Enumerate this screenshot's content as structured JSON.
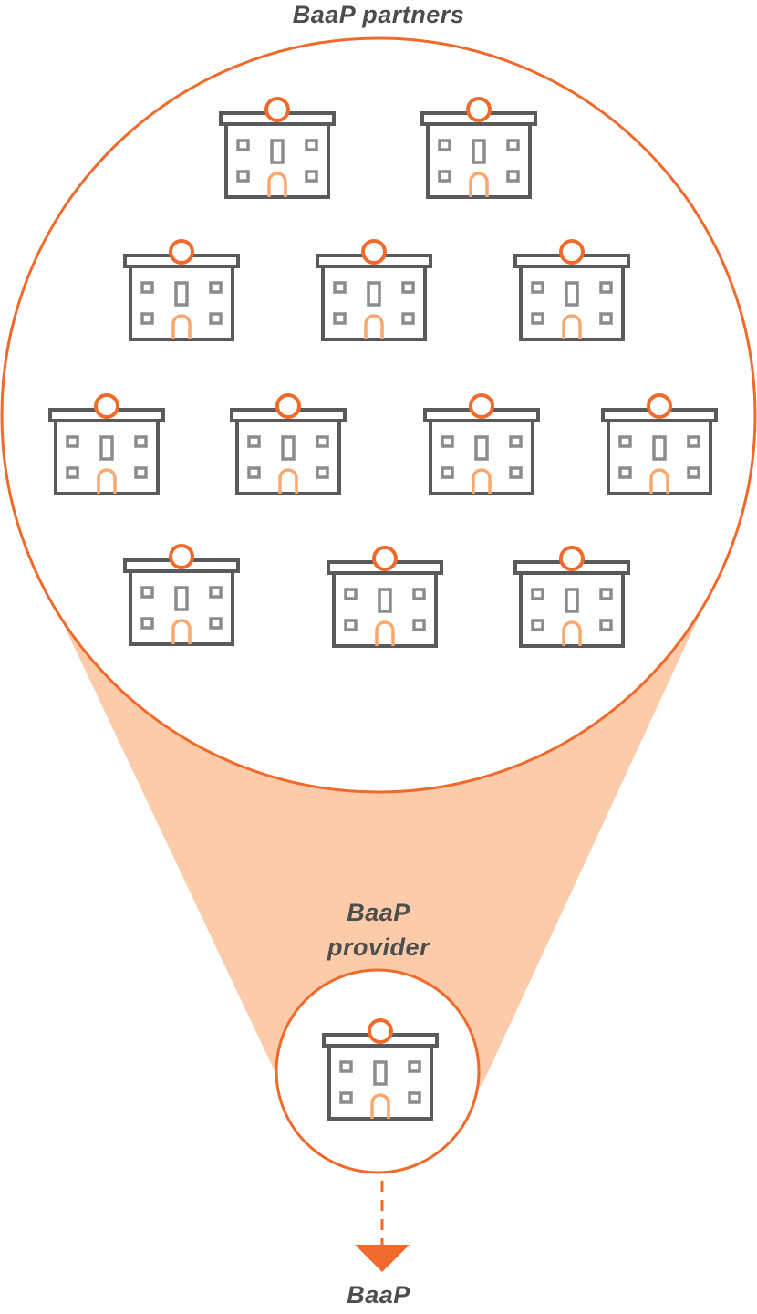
{
  "labels": {
    "partners": "BaaP partners",
    "provider_line1": "BaaP",
    "provider_line2": "provider",
    "baap": "BaaP"
  },
  "colors": {
    "accent": "#EF6A2B",
    "accent_light": "#F9A86F",
    "cone_fill": "#FBCBAA",
    "building_dark": "#5A5A5A",
    "building_window": "#8C8C8C",
    "text": "#4D4D4D"
  },
  "icons": {
    "building": "building-icon",
    "arrow": "arrow-down-icon"
  }
}
